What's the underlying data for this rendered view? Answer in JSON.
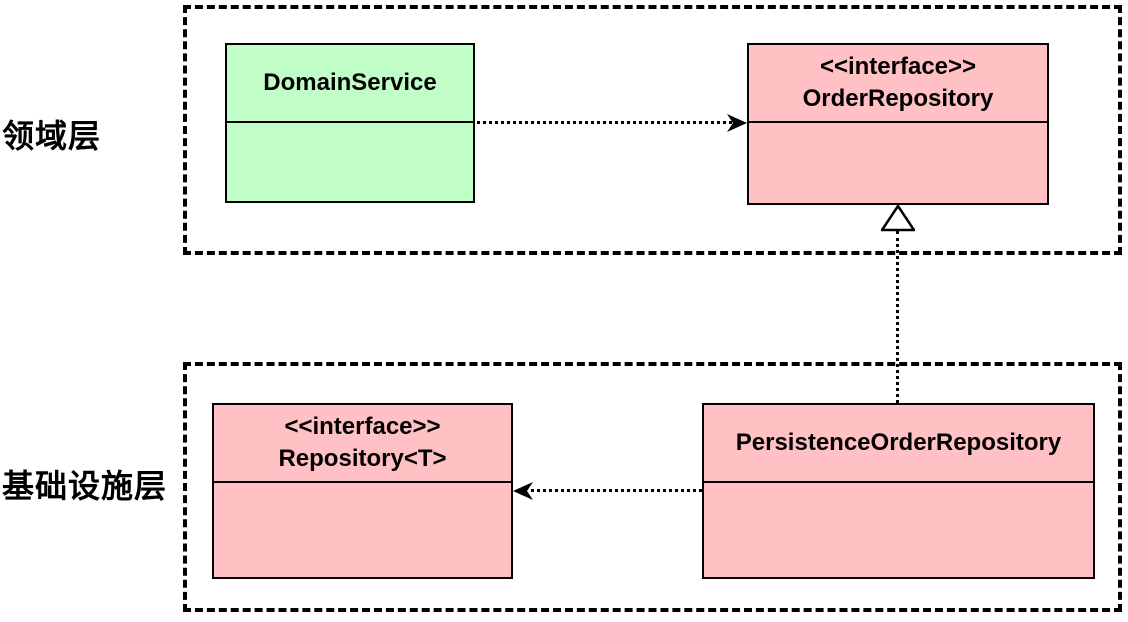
{
  "labels": {
    "domain_layer": "领域层",
    "infrastructure_layer": "基础设施层"
  },
  "classes": {
    "domain_service": {
      "name": "DomainService",
      "fill": "#c1fdc6"
    },
    "order_repository": {
      "stereotype": "<<interface>>",
      "name": "OrderRepository",
      "fill": "#ffc1c3"
    },
    "repository_t": {
      "stereotype": "<<interface>>",
      "name": "Repository<T>",
      "fill": "#ffc1c3"
    },
    "persistence_order_repository": {
      "name": "PersistenceOrderRepository",
      "fill": "#ffc1c3"
    }
  },
  "relations": [
    {
      "from": "DomainService",
      "to": "OrderRepository",
      "type": "dependency",
      "line": "dotted",
      "arrow": "filled"
    },
    {
      "from": "PersistenceOrderRepository",
      "to": "OrderRepository",
      "type": "realization",
      "line": "dotted",
      "arrow": "hollow-triangle"
    },
    {
      "from": "PersistenceOrderRepository",
      "to": "Repository<T>",
      "type": "dependency",
      "line": "dotted",
      "arrow": "filled"
    }
  ],
  "colors": {
    "class_green": "#c1fdc6",
    "class_pink": "#ffc1c3",
    "line": "#000000",
    "background": "#ffffff"
  }
}
